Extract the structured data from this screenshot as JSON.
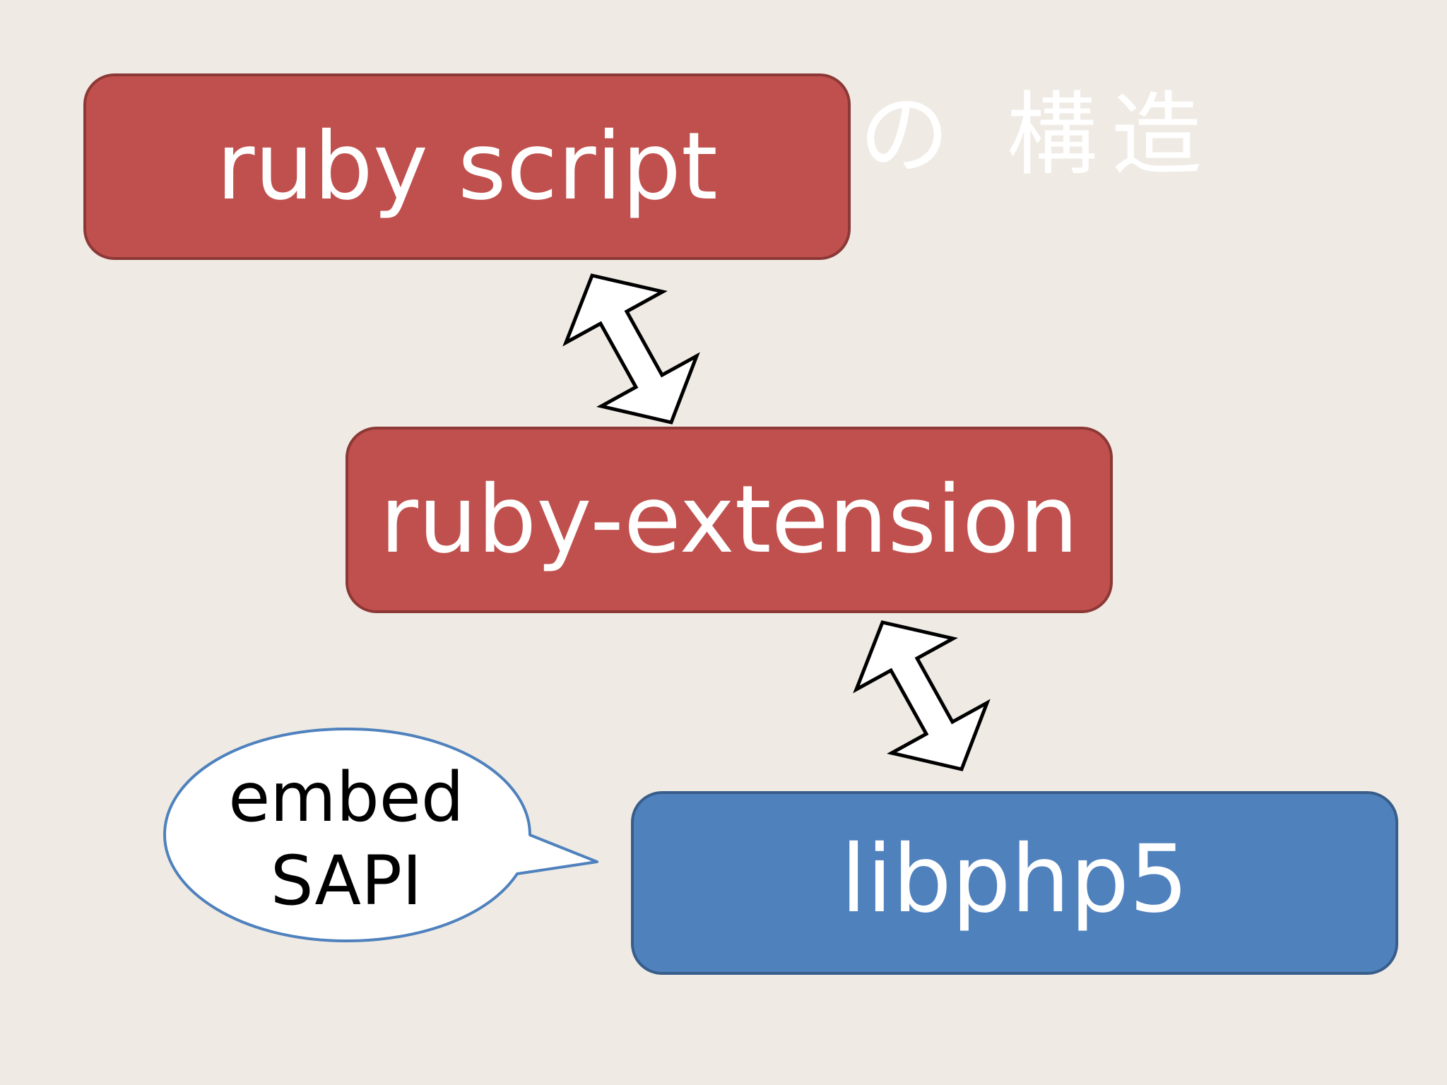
{
  "title": "の 構造",
  "nodes": {
    "ruby_script": "ruby script",
    "ruby_extension": "ruby-extension",
    "libphp5": "libphp5"
  },
  "callout": {
    "line1": "embed",
    "line2": "SAPI"
  },
  "colors": {
    "background": "#efebe4",
    "red_box": "#c0504d",
    "blue_box": "#4f81bd",
    "callout_border": "#4f81bd"
  }
}
